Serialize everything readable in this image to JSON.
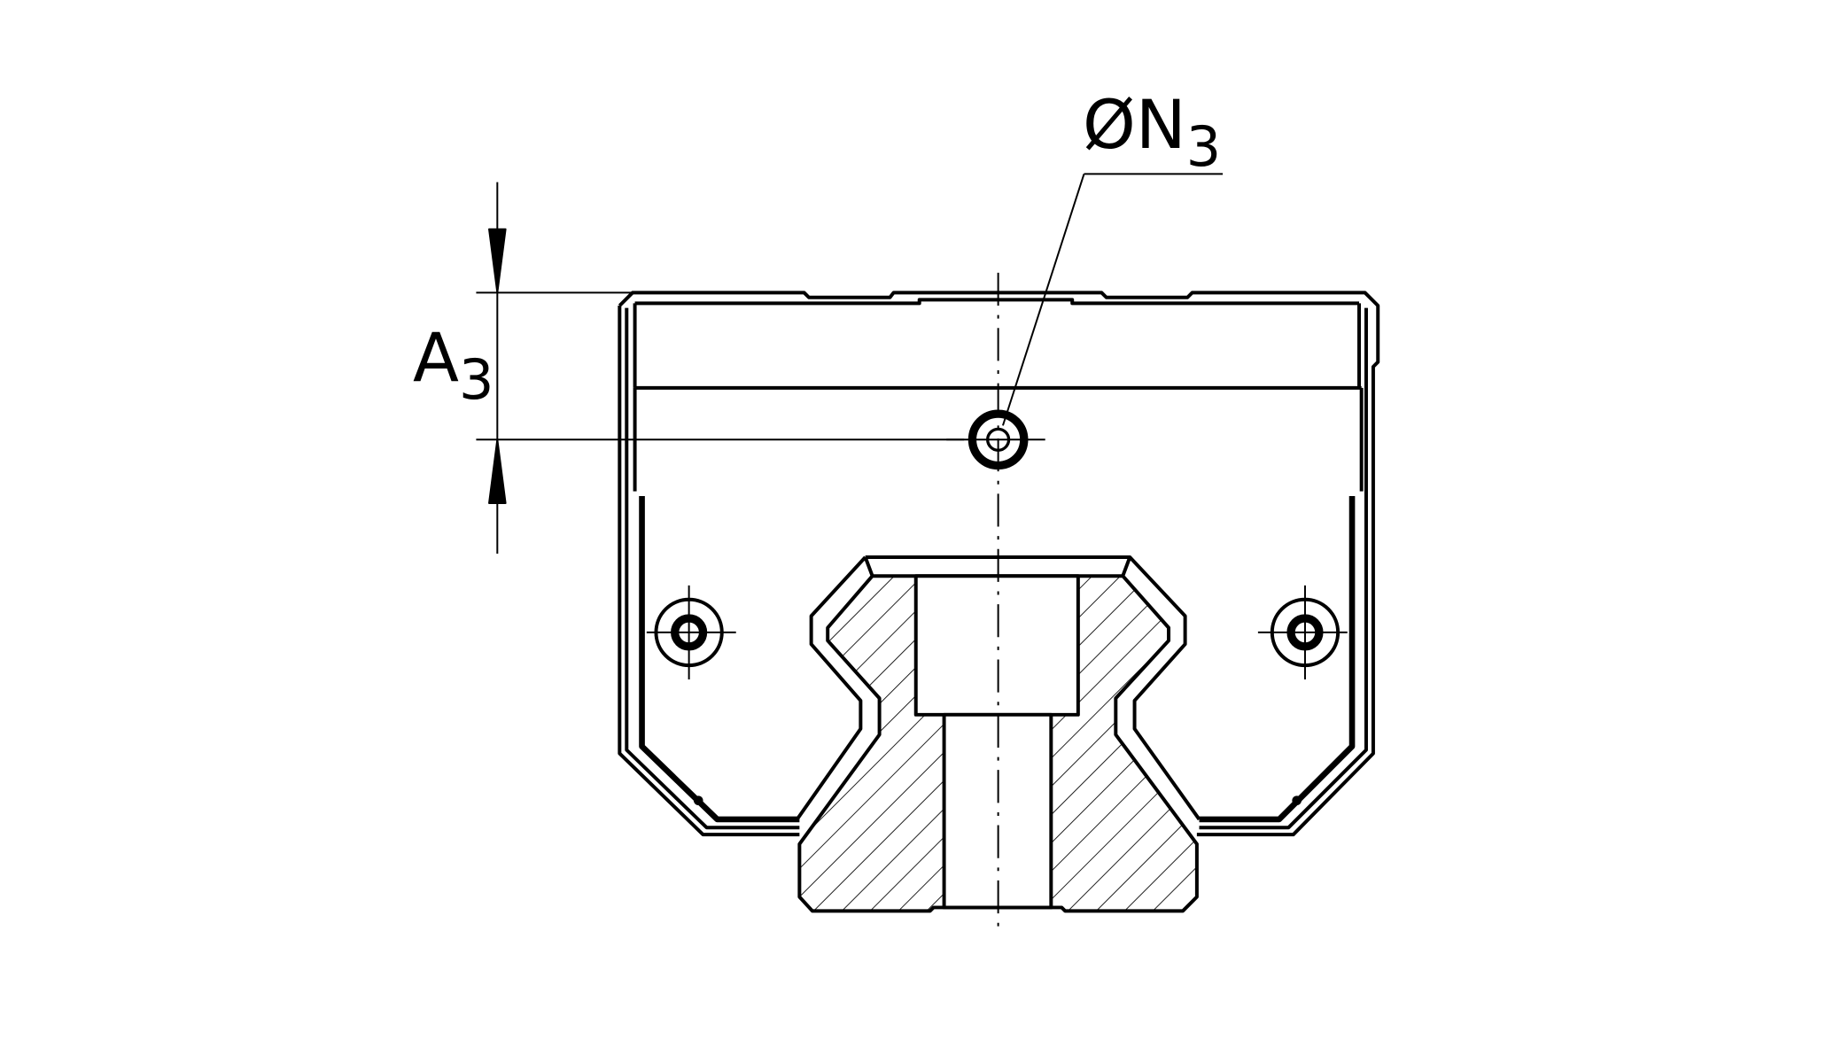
{
  "drawing": {
    "dimensions": [
      {
        "id": "A3",
        "symbol": "A",
        "subscript": "3"
      },
      {
        "id": "N3",
        "prefix": "Ø",
        "symbol": "N",
        "subscript": "3"
      }
    ],
    "colors": {
      "line": "#000000",
      "background": "#ffffff"
    }
  }
}
